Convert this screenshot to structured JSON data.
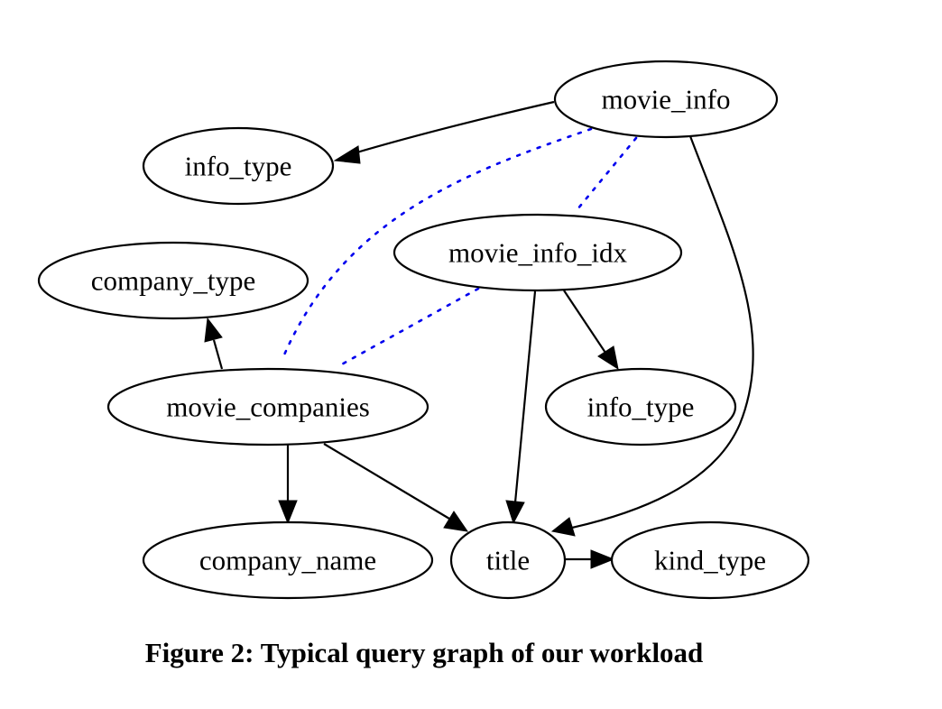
{
  "diagram": {
    "nodes": [
      {
        "id": "movie_info",
        "label": "movie_info"
      },
      {
        "id": "info_type_top",
        "label": "info_type"
      },
      {
        "id": "movie_info_idx",
        "label": "movie_info_idx"
      },
      {
        "id": "company_type",
        "label": "company_type"
      },
      {
        "id": "movie_companies",
        "label": "movie_companies"
      },
      {
        "id": "info_type_mid",
        "label": "info_type"
      },
      {
        "id": "company_name",
        "label": "company_name"
      },
      {
        "id": "title",
        "label": "title"
      },
      {
        "id": "kind_type",
        "label": "kind_type"
      }
    ],
    "edges": [
      {
        "from": "movie_info",
        "to": "info_type_top",
        "style": "solid-arrow"
      },
      {
        "from": "movie_info",
        "to": "title",
        "style": "solid-arrow"
      },
      {
        "from": "movie_info",
        "to": "movie_companies",
        "style": "dotted"
      },
      {
        "from": "movie_info",
        "to": "movie_info_idx",
        "style": "dotted"
      },
      {
        "from": "movie_info_idx",
        "to": "movie_companies",
        "style": "dotted"
      },
      {
        "from": "movie_info_idx",
        "to": "title",
        "style": "solid-arrow"
      },
      {
        "from": "movie_info_idx",
        "to": "info_type_mid",
        "style": "solid-arrow"
      },
      {
        "from": "movie_companies",
        "to": "company_type",
        "style": "solid-arrow"
      },
      {
        "from": "movie_companies",
        "to": "company_name",
        "style": "solid-arrow"
      },
      {
        "from": "movie_companies",
        "to": "title",
        "style": "solid-arrow"
      },
      {
        "from": "title",
        "to": "kind_type",
        "style": "solid-arrow"
      }
    ],
    "colors": {
      "node_stroke": "#000000",
      "solid_edge": "#000000",
      "dotted_edge": "#0000ee"
    }
  },
  "caption": "Figure 2: Typical query graph of our workload"
}
